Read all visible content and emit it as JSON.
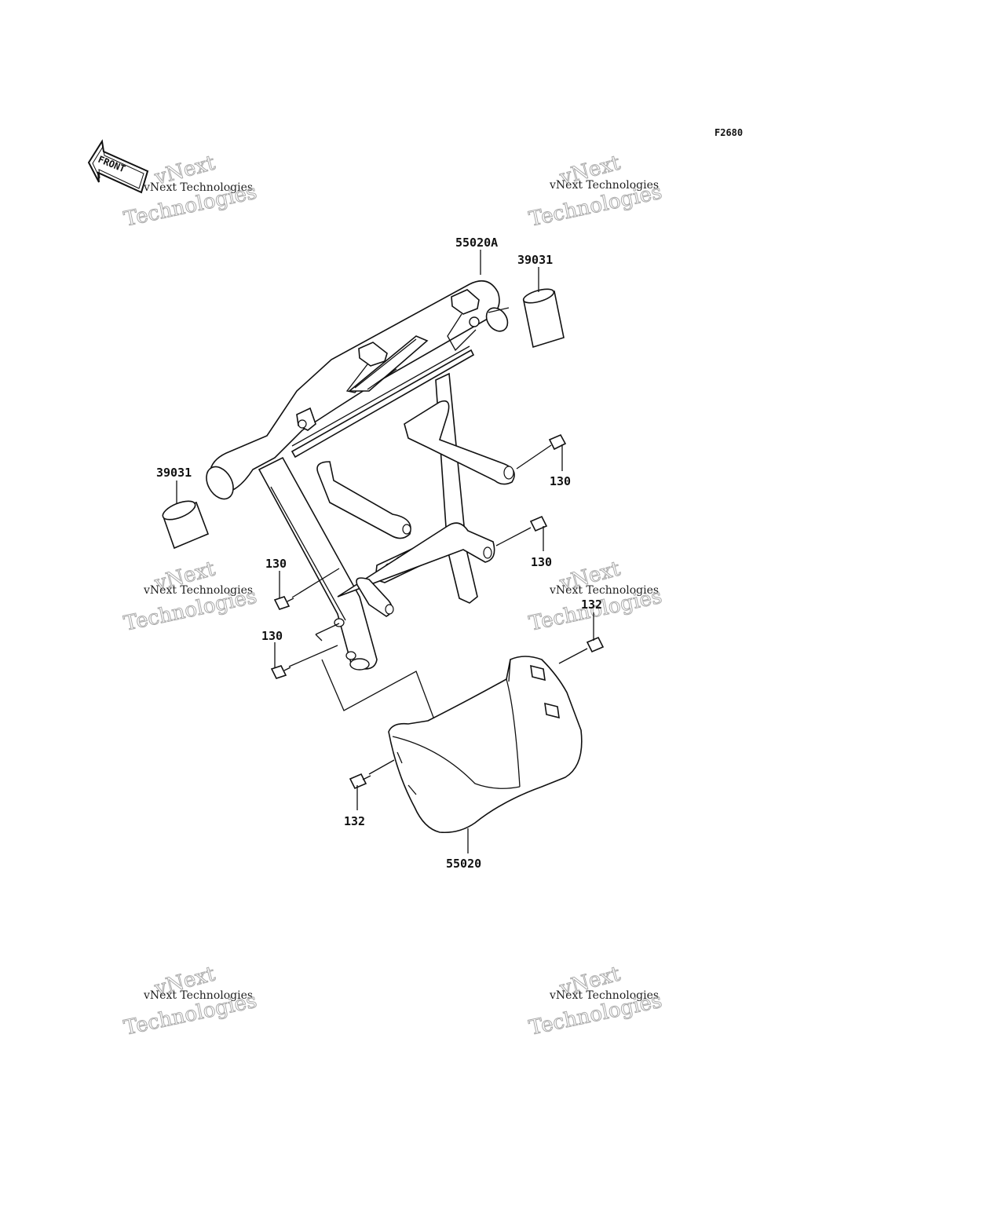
{
  "figure_code": "F2680",
  "front_label": "FRONT",
  "watermark": {
    "line1": "vNext Technologies",
    "line2": "Technologies",
    "line3": "vNext"
  },
  "parts": {
    "p55020A": "55020A",
    "p39031_right": "39031",
    "p39031_left": "39031",
    "p130_a": "130",
    "p130_b": "130",
    "p130_c": "130",
    "p130_d": "130",
    "p132_a": "132",
    "p132_b": "132",
    "p55020": "55020"
  }
}
